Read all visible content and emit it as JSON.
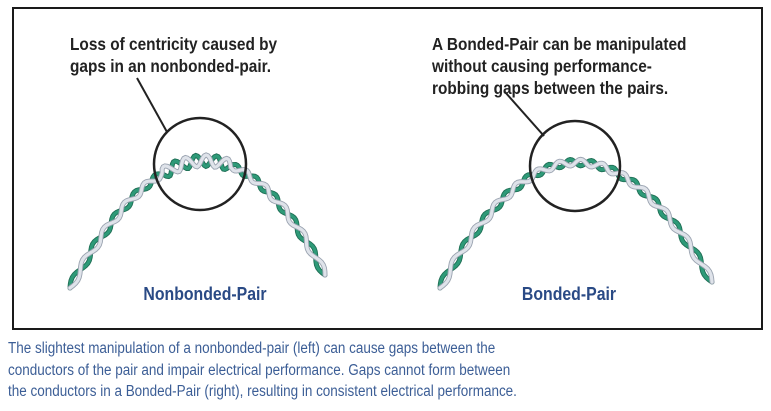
{
  "left_panel": {
    "callout": [
      "Loss of centricity caused by",
      "gaps in an nonbonded-pair."
    ],
    "label": "Nonbonded-Pair"
  },
  "right_panel": {
    "callout": [
      "A Bonded-Pair can be manipulated",
      "without causing performance-",
      "robbing gaps between the pairs."
    ],
    "label": "Bonded-Pair"
  },
  "caption": [
    "The slightest manipulation of a nonbonded-pair (left) can cause gaps between the",
    "conductors of the pair and impair electrical performance. Gaps cannot form between",
    "the conductors in a Bonded-Pair (right), resulting in consistent electrical performance."
  ],
  "colors": {
    "green_wire": "#2e9a78",
    "white_wire": "#dfe3ea",
    "label": "#2a4a85",
    "caption": "#3c5e96"
  }
}
